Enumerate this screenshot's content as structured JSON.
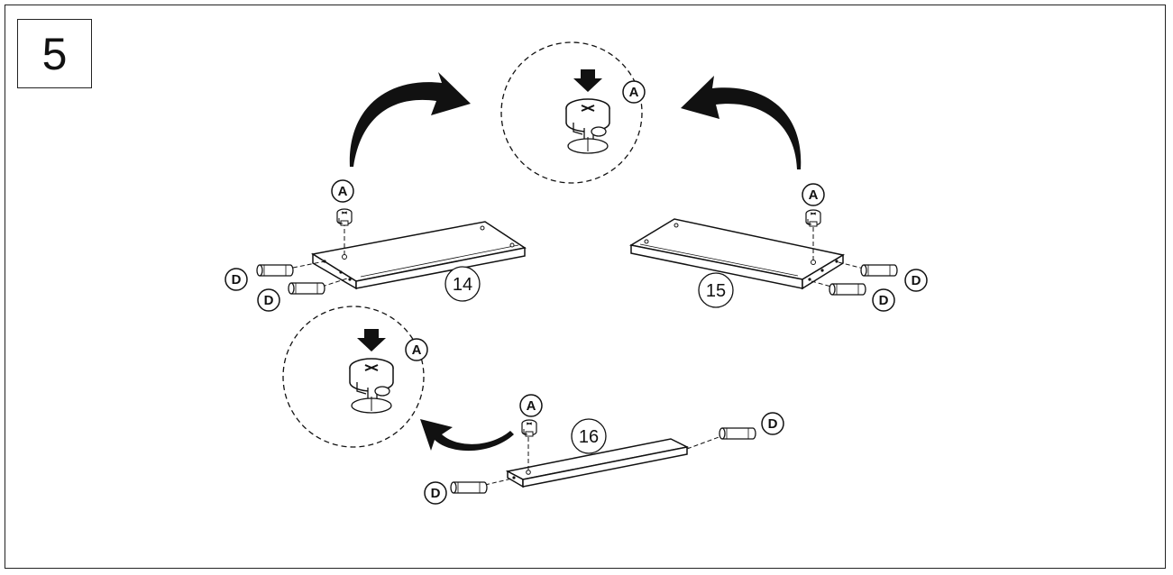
{
  "step": {
    "number": "5"
  },
  "labels": {
    "cam_lock": "A",
    "dowel": "D"
  },
  "panels": [
    {
      "id": "panel-14",
      "label": "14"
    },
    {
      "id": "panel-15",
      "label": "15"
    },
    {
      "id": "panel-16",
      "label": "16"
    }
  ],
  "colors": {
    "line": "#111111",
    "background": "#ffffff"
  }
}
